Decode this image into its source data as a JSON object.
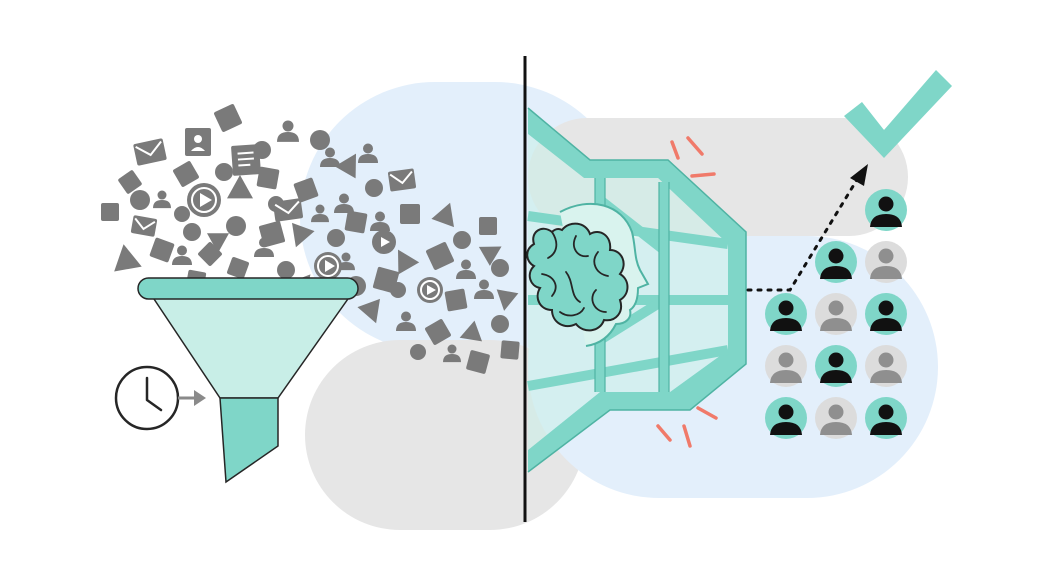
{
  "colors": {
    "background": "#ffffff",
    "teal": "#7fd6c8",
    "teal_light": "#c8eee7",
    "teal_dark": "#4fb3a3",
    "blob_blue": "#e3effb",
    "blob_gray": "#e6e6e6",
    "shape_gray": "#7a7a7a",
    "outline": "#262626",
    "accent_red": "#f07a6a",
    "person_black": "#111111",
    "person_gray": "#8f8f8f",
    "circle_gray": "#dcdcdc"
  },
  "icons": {
    "funnel": "funnel-icon",
    "clock": "clock-icon",
    "brain": "brain-icon",
    "head": "head-profile-icon",
    "checkmark": "checkmark-icon",
    "person": "person-avatar-icon",
    "envelope": "envelope-icon",
    "play": "play-icon",
    "document": "document-icon"
  },
  "people_grid": {
    "columns": 3,
    "rows": [
      [
        "",
        "",
        "highlight"
      ],
      [
        "",
        "highlight",
        "plain"
      ],
      [
        "highlight",
        "plain",
        "highlight"
      ],
      [
        "plain",
        "highlight",
        "plain"
      ],
      [
        "highlight",
        "plain",
        "highlight"
      ]
    ]
  }
}
